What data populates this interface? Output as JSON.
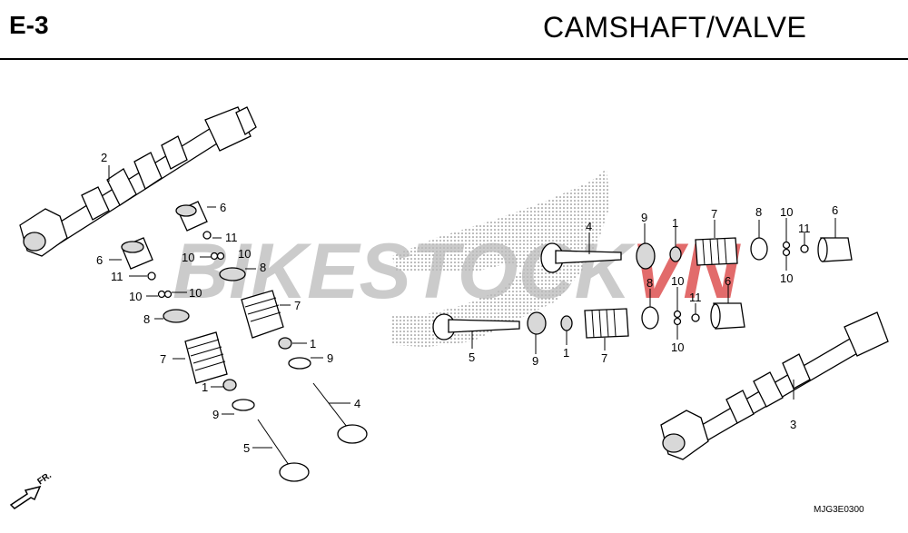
{
  "header": {
    "code": "E-3",
    "title": "CAMSHAFT/VALVE"
  },
  "watermark": {
    "text_gray": "BIKESTOCK",
    "text_red": "VN",
    "red": "#d83a3a",
    "gray": "#b9b9b9"
  },
  "footer": {
    "ref": "MJG3E0300",
    "direction": "FR."
  },
  "callouts": {
    "c2": "2",
    "c3": "3",
    "c6a": "6",
    "c6b": "6",
    "c6c": "6",
    "c6d": "6",
    "c11a": "11",
    "c11b": "11",
    "c11c": "11",
    "c11d": "11",
    "c10a": "10",
    "c10b": "10",
    "c10c": "10",
    "c10d": "10",
    "c10e": "10",
    "c10f": "10",
    "c8a": "8",
    "c8b": "8",
    "c8c": "8",
    "c8d": "8",
    "c7a": "7",
    "c7b": "7",
    "c7c": "7",
    "c7d": "7",
    "c1a": "1",
    "c1b": "1",
    "c1c": "1",
    "c1d": "1",
    "c9a": "9",
    "c9b": "9",
    "c9c": "9",
    "c9d": "9",
    "c4a": "4",
    "c4b": "4",
    "c5a": "5",
    "c5b": "5"
  }
}
